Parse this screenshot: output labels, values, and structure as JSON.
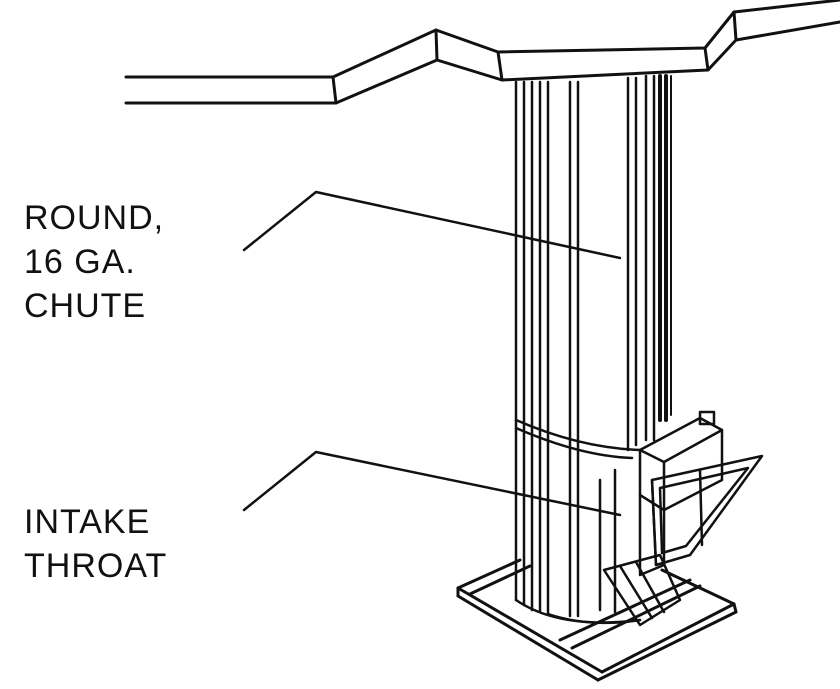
{
  "callouts": {
    "chute": {
      "line1": "ROUND,",
      "line2": "16 GA.",
      "line3": "CHUTE"
    },
    "intake": {
      "line1": "INTAKE",
      "line2": "THROAT"
    }
  }
}
